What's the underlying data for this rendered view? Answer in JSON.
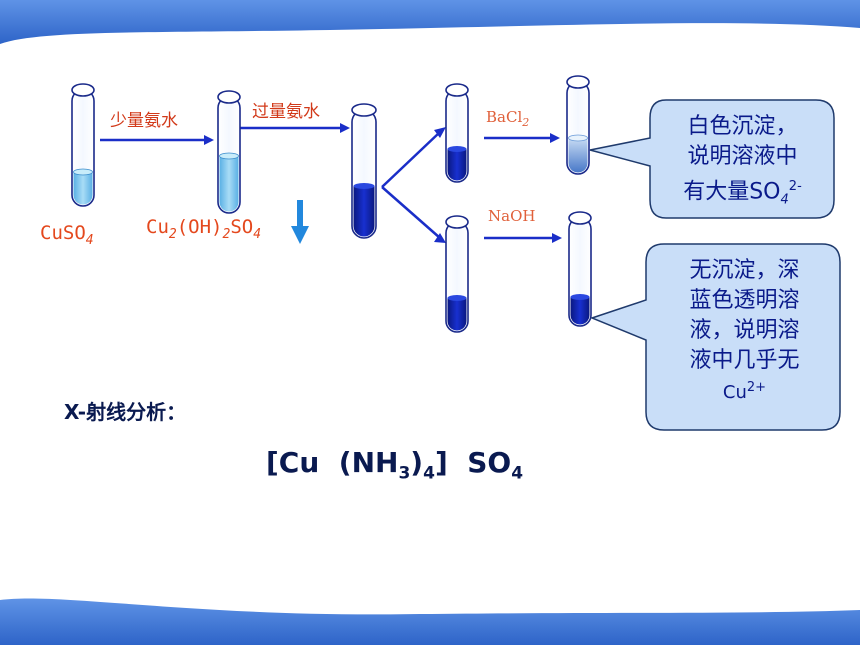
{
  "colors": {
    "top_bar": "#3f78d8",
    "bottom_bar": "#3f78d8",
    "arrow": "#1a2ec8",
    "label_red": "#e4481d",
    "bubble_fill": "#c9def8",
    "bubble_stroke": "#1f3a6c",
    "bubble_text": "#0a1a8a",
    "liquid_light": "#7cc4ec",
    "liquid_dark": "#0a1aa8",
    "down_arrow": "#2288dd"
  },
  "steps": {
    "reagent1": "少量氨水",
    "reagent2": "过量氨水",
    "bacl2": {
      "base": "BaCl",
      "sub": "2"
    },
    "naoh": "NaOH"
  },
  "labels": {
    "cuso4": {
      "base": "CuSO",
      "sub": "4"
    },
    "cu2oh2so4": {
      "p1": "Cu",
      "s1": "2",
      "p2": "(OH)",
      "s2": "2",
      "p3": "SO",
      "s3": "4"
    }
  },
  "bubble1": {
    "line1": "白色沉淀，",
    "line2": "说明溶液中",
    "line3_prefix": "有大量SO",
    "line3_sub": "4",
    "line3_sup": "2-"
  },
  "bubble2": {
    "line1": "无沉淀，深",
    "line2": "蓝色透明溶",
    "line3": "液，说明溶",
    "line4": "液中几乎无",
    "line5_prefix": "Cu",
    "line5_sup": "2+"
  },
  "analysis": {
    "label": "X-射线分析：",
    "f_open": "[Cu  (NH",
    "f_s1": "3",
    "f_mid": ")",
    "f_s2": "4",
    "f_close": "]  SO",
    "f_s3": "4"
  }
}
